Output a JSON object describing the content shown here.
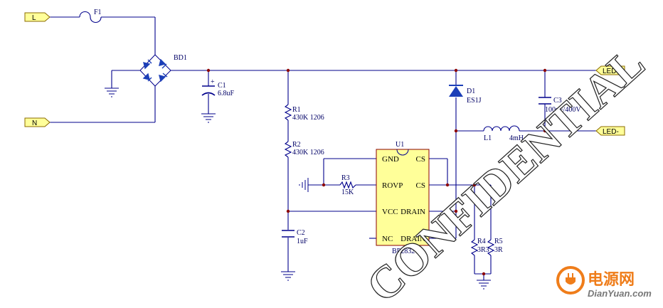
{
  "ports": {
    "l": "L",
    "n": "N",
    "led_plus": "LED+",
    "led_minus": "LED-"
  },
  "components": {
    "f1": "F1",
    "bd1": "BD1",
    "c1_name": "C1",
    "c1_value": "6.8uF",
    "c1_polarity": "+",
    "r1_name": "R1",
    "r1_value": "430K 1206",
    "r2_name": "R2",
    "r2_value": "430K 1206",
    "r3_name": "R3",
    "r3_value": "15K",
    "c2_name": "C2",
    "c2_value": "1uF",
    "d1_name": "D1",
    "d1_value": "ES1J",
    "c3_name": "C3",
    "c3_value": "100nF/400V",
    "l1_name": "L1",
    "l1_value": "4mH",
    "r4_name": "R4",
    "r4_value": "3R3",
    "r5_name": "R5",
    "r5_value": "3R"
  },
  "ic": {
    "ref": "U1",
    "part": "BP2832",
    "pins_left": [
      "GND",
      "ROVP",
      "VCC",
      "NC"
    ],
    "pins_right": [
      "CS",
      "CS",
      "DRAIN",
      "DRAIN"
    ]
  },
  "watermark": {
    "text": "CONFIDENTIAL",
    "site_cn": "电源网",
    "site_url": "DianYuan.com"
  },
  "colors": {
    "wire": "#00008b",
    "junction": "#8b0000",
    "port_fill": "#ffff99",
    "ic_fill": "#ffff99",
    "diode": "#1c3fb8",
    "brand_orange": "#ef7d1a"
  }
}
